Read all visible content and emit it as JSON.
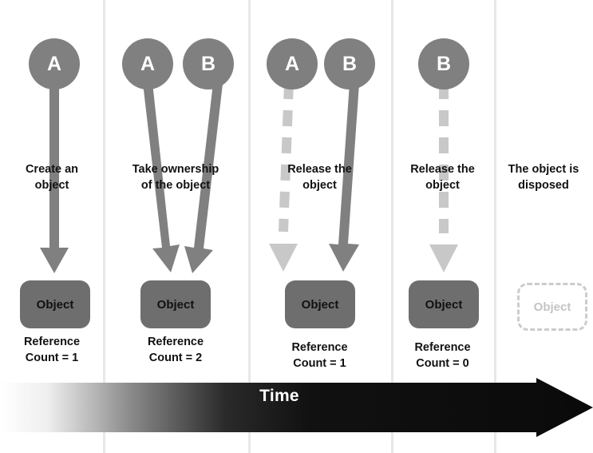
{
  "diagram": {
    "title": "Reference counting lifecycle over time",
    "colors": {
      "circle_fill": "#808080",
      "object_fill": "#6e6e6e",
      "arrow_active": "#808080",
      "arrow_released": "#c8c8c8",
      "divider": "#e8e8e8",
      "disposed_outline": "#cccccc",
      "text": "#111111",
      "time_bar_start": "#ffffff",
      "time_bar_end": "#000000"
    },
    "timeline": {
      "label": "Time",
      "direction": "left-to-right"
    },
    "stages": [
      {
        "id": "stage-1",
        "caption": "Create an\nobject",
        "caption_line1": "Create an",
        "caption_line2": "object",
        "owners": [
          {
            "label": "A",
            "state": "active",
            "arrow": "solid"
          }
        ],
        "object_label": "Object",
        "object_state": "alive",
        "refcount_line1": "Reference",
        "refcount_line2": "Count = 1",
        "refcount_value": 1
      },
      {
        "id": "stage-2",
        "caption": "Take ownership\nof the object",
        "caption_line1": "Take ownership",
        "caption_line2": "of the object",
        "owners": [
          {
            "label": "A",
            "state": "active",
            "arrow": "solid"
          },
          {
            "label": "B",
            "state": "active",
            "arrow": "solid"
          }
        ],
        "object_label": "Object",
        "object_state": "alive",
        "refcount_line1": "Reference",
        "refcount_line2": "Count = 2",
        "refcount_value": 2
      },
      {
        "id": "stage-3",
        "caption": "Release the\nobject",
        "caption_line1": "Release the",
        "caption_line2": "object",
        "owners": [
          {
            "label": "A",
            "state": "released",
            "arrow": "dashed"
          },
          {
            "label": "B",
            "state": "active",
            "arrow": "solid"
          }
        ],
        "object_label": "Object",
        "object_state": "alive",
        "refcount_line1": "Reference",
        "refcount_line2": "Count = 1",
        "refcount_value": 1
      },
      {
        "id": "stage-4",
        "caption": "Release the\nobject",
        "caption_line1": "Release the",
        "caption_line2": "object",
        "owners": [
          {
            "label": "B",
            "state": "released",
            "arrow": "dashed"
          }
        ],
        "object_label": "Object",
        "object_state": "alive",
        "refcount_line1": "Reference",
        "refcount_line2": "Count = 0",
        "refcount_value": 0
      },
      {
        "id": "stage-5",
        "caption": "The object is\ndisposed",
        "caption_line1": "The object is",
        "caption_line2": "disposed",
        "owners": [],
        "object_label": "Object",
        "object_state": "disposed",
        "refcount_line1": "",
        "refcount_line2": "",
        "refcount_value": null
      }
    ]
  }
}
